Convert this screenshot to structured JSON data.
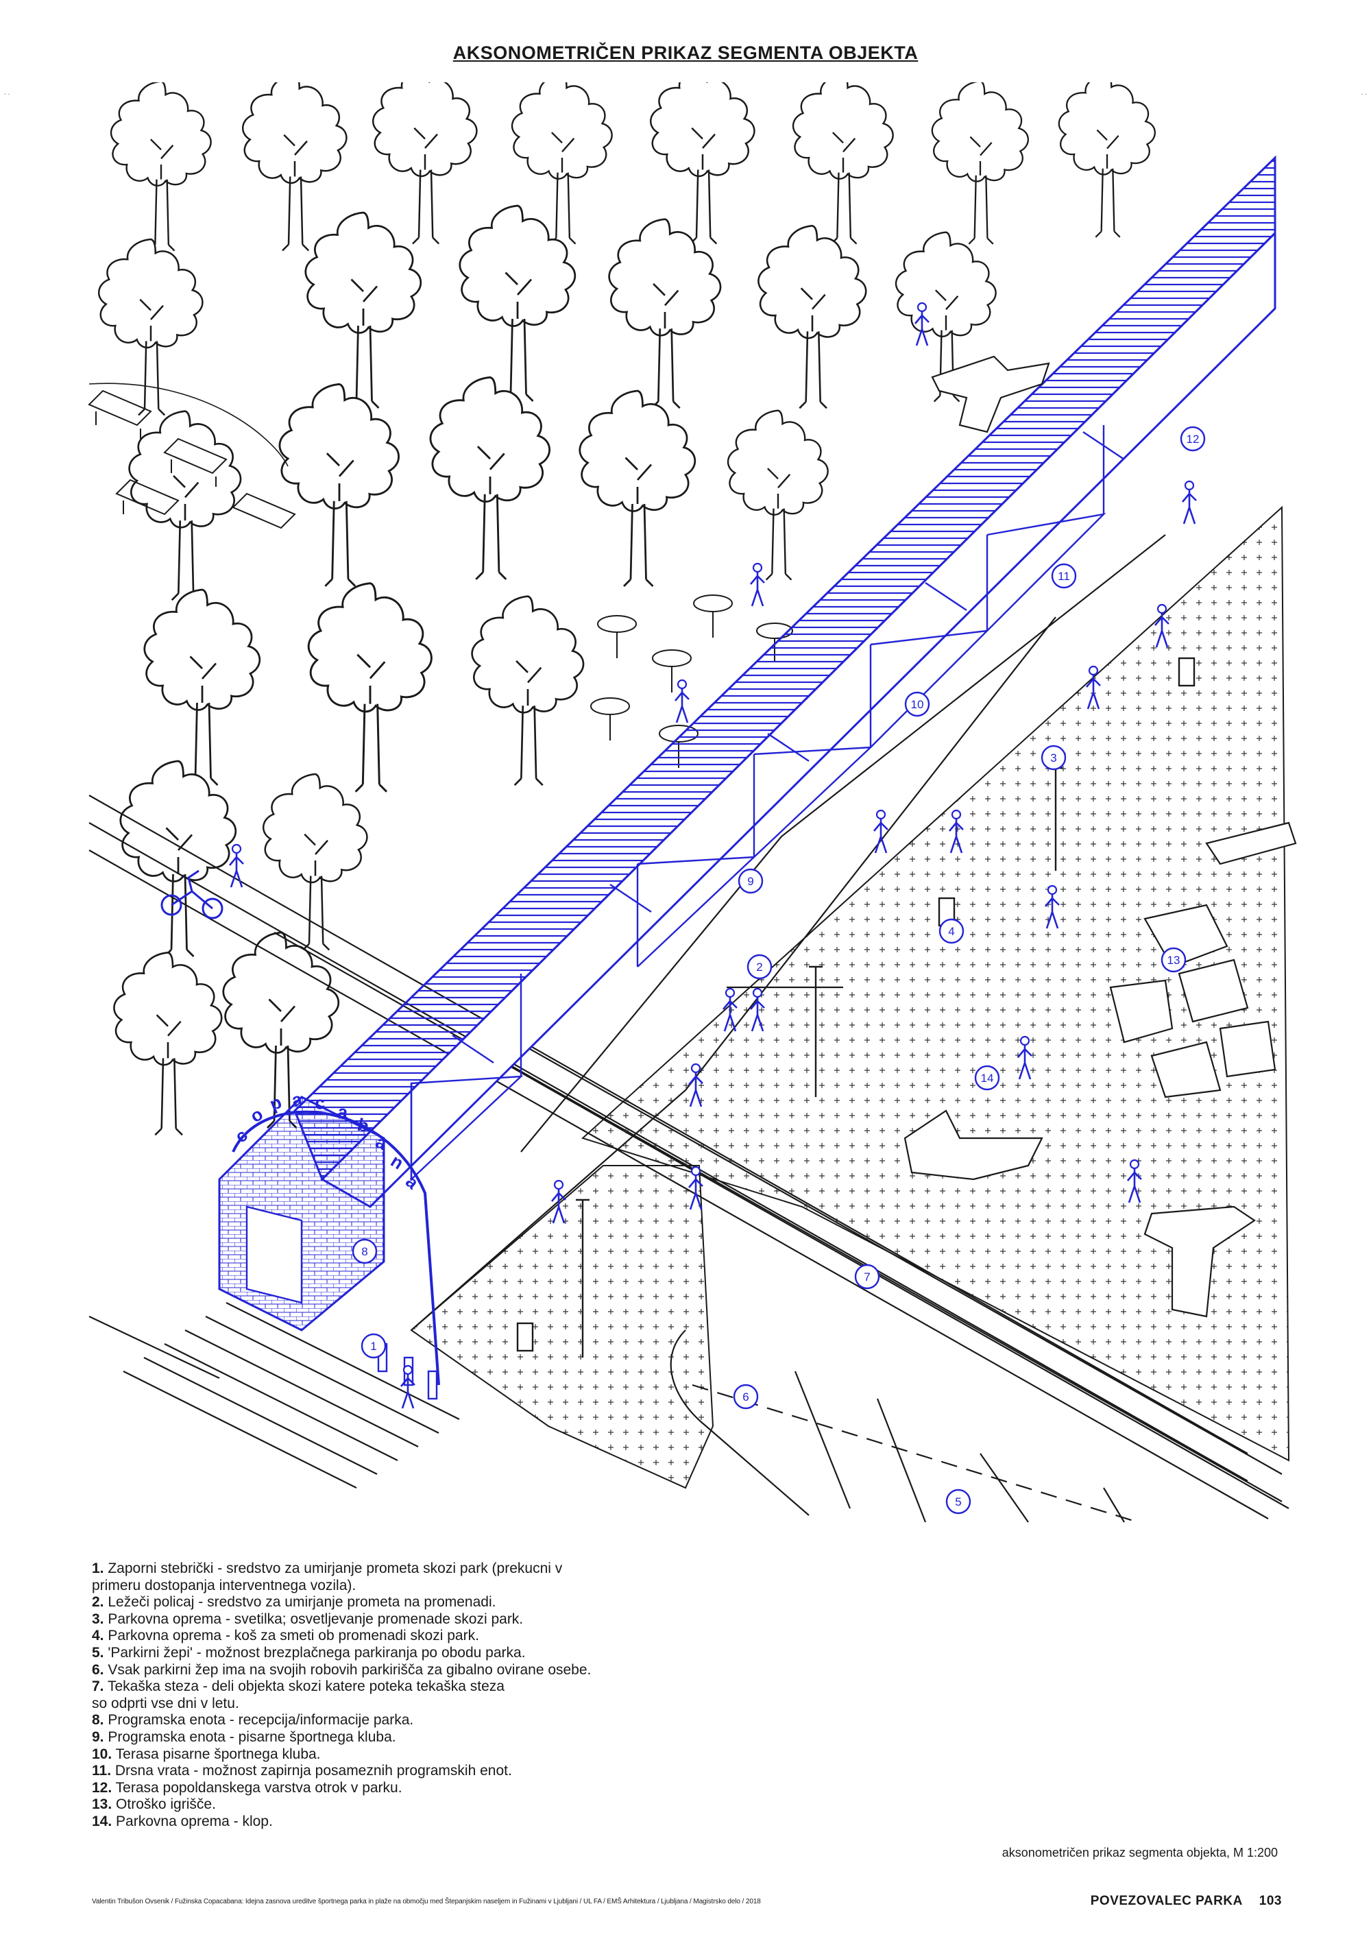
{
  "title": "AKSONOMETRIČEN PRIKAZ SEGMENTA OBJEKTA",
  "colors": {
    "blue": "#2323d6",
    "line": "#1a1a1a",
    "background": "#ffffff"
  },
  "drawing": {
    "sign_letters": [
      "c",
      "o",
      "p",
      "a",
      "c",
      "a",
      "b",
      "a",
      "n",
      "a"
    ],
    "markers": [
      "1",
      "2",
      "3",
      "4",
      "5",
      "6",
      "7",
      "8",
      "9",
      "10",
      "11",
      "12",
      "13",
      "14"
    ]
  },
  "legend": [
    {
      "num": "1.",
      "text": " Zaporni stebrički - sredstvo za umirjanje prometa skozi park (prekucni v"
    },
    {
      "num": "",
      "text": "primeru dostopanja interventnega vozila)."
    },
    {
      "num": "2.",
      "text": " Ležeči policaj - sredstvo za umirjanje prometa na promenadi."
    },
    {
      "num": "3.",
      "text": " Parkovna oprema - svetilka; osvetljevanje promenade skozi park."
    },
    {
      "num": "4.",
      "text": " Parkovna oprema - koš za smeti ob promenadi skozi park."
    },
    {
      "num": "5.",
      "text": " 'Parkirni žepi' - možnost brezplačnega parkiranja po obodu parka."
    },
    {
      "num": "6.",
      "text": " Vsak parkirni žep ima na svojih robovih parkirišča za gibalno ovirane osebe."
    },
    {
      "num": "7.",
      "text": " Tekaška steza - deli objekta skozi katere poteka tekaška steza"
    },
    {
      "num": "",
      "text": "so odprti vse dni v letu."
    },
    {
      "num": "8.",
      "text": " Programska enota - recepcija/informacije parka."
    },
    {
      "num": "9.",
      "text": " Programska enota - pisarne športnega kluba."
    },
    {
      "num": "10.",
      "text": " Terasa pisarne športnega kluba."
    },
    {
      "num": "11.",
      "text": " Drsna vrata - možnost zapirnja posameznih programskih enot."
    },
    {
      "num": "12.",
      "text": " Terasa popoldanskega varstva otrok v parku."
    },
    {
      "num": "13.",
      "text": " Otroško igrišče."
    },
    {
      "num": "14.",
      "text": " Parkovna oprema - klop."
    }
  ],
  "caption": "aksonometričen prikaz segmenta objekta, M 1:200",
  "footer": {
    "credit": "Valentin Tribušon Ovsenik / Fužinska Copacabana: Idejna zasnova ureditve športnega parka in plaže na območju  med Štepanjskim naseljem in Fužinami v Ljubljani / UL FA / EMŠ Arhitektura / Ljubljana / Magistrsko delo / 2018",
    "section": "POVEZOVALEC PARKA",
    "page": "103"
  }
}
